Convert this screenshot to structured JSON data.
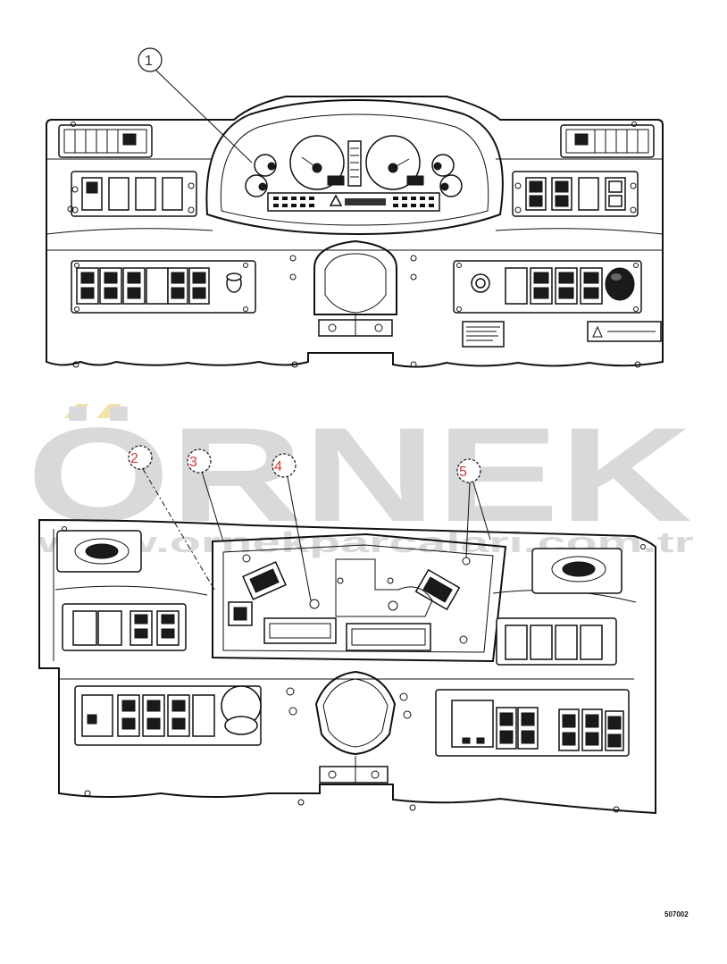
{
  "callouts": [
    {
      "label": "1",
      "color": "#333333"
    },
    {
      "label": "2",
      "color": "#d23a3a"
    },
    {
      "label": "3",
      "color": "#d23a3a"
    },
    {
      "label": "4",
      "color": "#d23a3a"
    },
    {
      "label": "5",
      "color": "#d23a3a"
    }
  ],
  "watermark": {
    "main": "ÖRNEK",
    "sub": "www.ornekparcalari.com.tr",
    "text_color": "#d9d9dc",
    "accent_color": "#f2e2a6"
  },
  "figure_code": "507002"
}
